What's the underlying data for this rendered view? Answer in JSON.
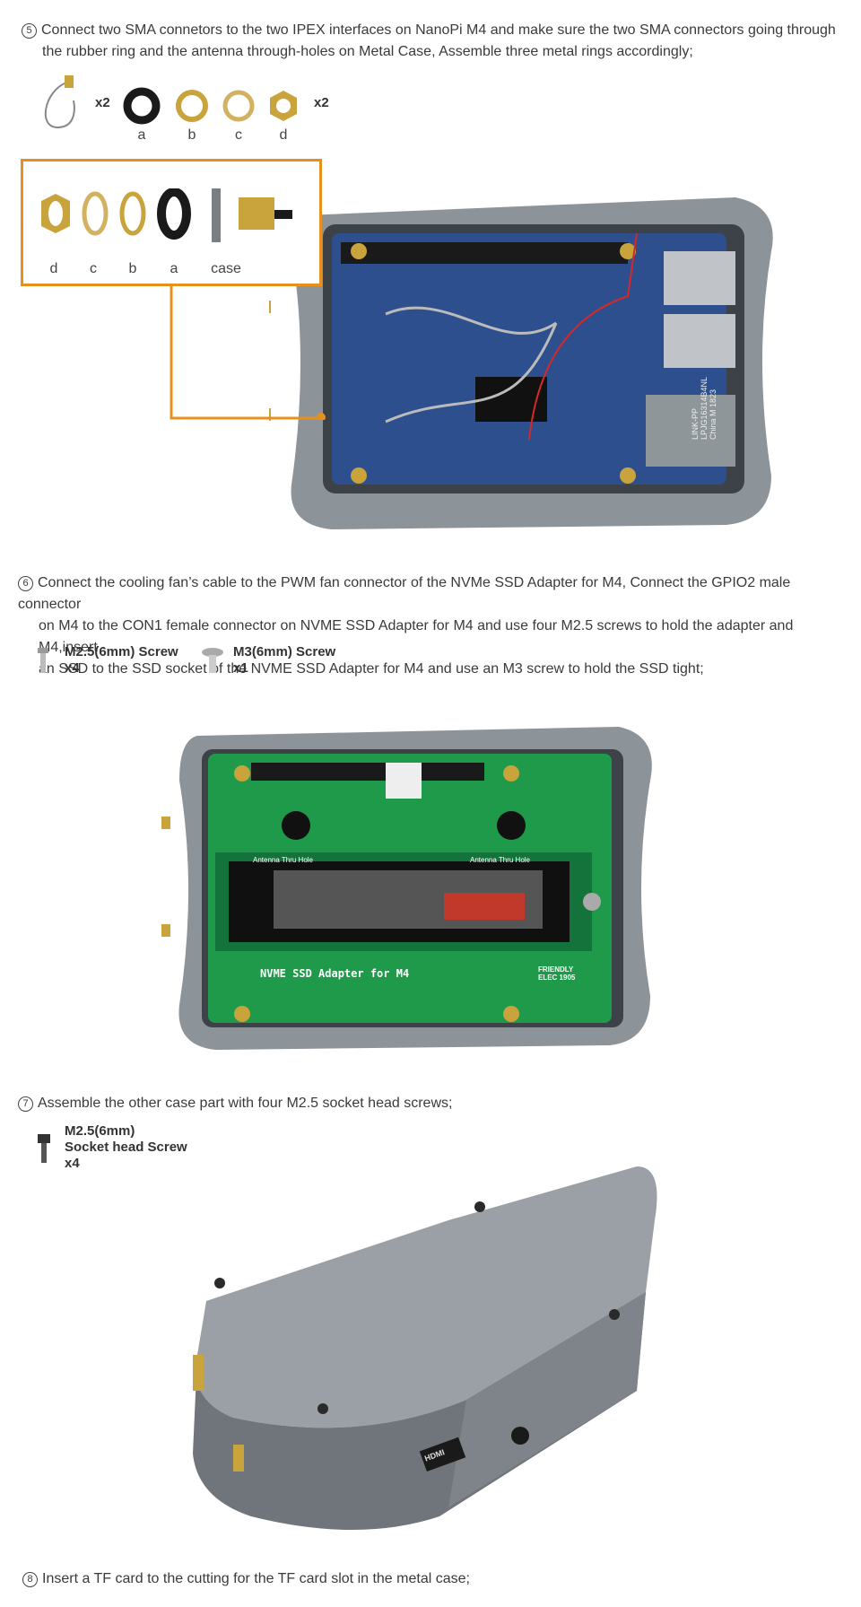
{
  "steps": [
    {
      "num": "5",
      "text_l1": "Connect two SMA connetors to the two IPEX  interfaces on NanoPi M4 and make sure the two SMA connectors going through",
      "text_l2": "the rubber ring and the antenna through-holes on Metal Case,  Assemble three metal rings accordingly;"
    },
    {
      "num": "6",
      "text_l1": "Connect the cooling fan’s cable  to the  PWM fan connector of the NVMe SSD Adapter for M4, Connect the GPIO2 male connector",
      "text_l2": "on M4 to the CON1 female connector on NVME SSD Adapter for M4  and use four M2.5 screws to hold the adapter and M4,insert",
      "text_l3": "an SSD to the SSD socket of the NVME SSD Adapter for M4 and use an M3 screw to hold the SSD tight;"
    },
    {
      "num": "7",
      "text_l1": "Assemble the other case part with four M2.5 socket head screws;"
    },
    {
      "num": "8",
      "text_l1": "Insert a TF card to the cutting for the TF card slot in the metal case;"
    }
  ],
  "parts_row": {
    "qty_cable": "x2",
    "qty_nut": "x2",
    "labels": [
      "a",
      "b",
      "c",
      "d"
    ]
  },
  "callout_labels": [
    "d",
    "c",
    "b",
    "a",
    "case"
  ],
  "screws_step6": [
    {
      "name": "M2.5(6mm) Screw",
      "qty": "x4"
    },
    {
      "name": "M3(6mm) Screw",
      "qty": "x1"
    }
  ],
  "screw_step7": {
    "line1": "M2.5(6mm)",
    "line2": "Socket head Screw",
    "qty": "x4"
  },
  "board_text": {
    "adapter": "NVME SSD Adapter for M4",
    "brand_l1": "FRIENDLY",
    "brand_l2": "ELEC 1905",
    "hole_left": "Antenna Thru Hole",
    "hole_right": "Antenna Thru Hole",
    "lan_l1": "LINK-PP",
    "lan_l2": "LPJG16314B4NL",
    "lan_l3": "China M 1823",
    "hdmi": "HDMI"
  },
  "colors": {
    "callout": "#e8901e",
    "case": "#8c9399",
    "pcb_blue": "#2d4f8e",
    "pcb_green": "#1f9a4a",
    "gold": "#c9a43c"
  }
}
